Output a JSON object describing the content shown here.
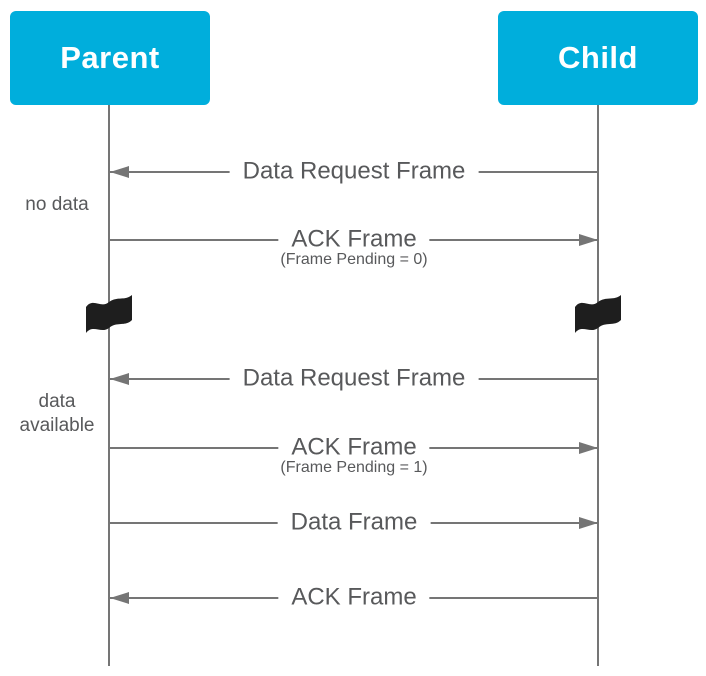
{
  "colors": {
    "actor_bg": "#00AEDC",
    "actor_text": "#FFFFFF",
    "line_gray": "#757575",
    "label_text": "#58595B",
    "flag_black": "#1E1E1E",
    "background": "#FFFFFF"
  },
  "actors": {
    "parent": {
      "label": "Parent"
    },
    "child": {
      "label": "Child"
    }
  },
  "side_notes": {
    "no_data": {
      "line1": "no data"
    },
    "data_available": {
      "line1": "data",
      "line2": "available"
    }
  },
  "messages": [
    {
      "label": "Data Request Frame",
      "sublabel": "",
      "direction": "child-to-parent"
    },
    {
      "label": "ACK Frame",
      "sublabel": "(Frame Pending = 0)",
      "direction": "parent-to-child"
    },
    {
      "label": "Data Request Frame",
      "sublabel": "",
      "direction": "child-to-parent"
    },
    {
      "label": "ACK Frame",
      "sublabel": "(Frame Pending = 1)",
      "direction": "parent-to-child"
    },
    {
      "label": "Data Frame",
      "sublabel": "",
      "direction": "parent-to-child"
    },
    {
      "label": "ACK Frame",
      "sublabel": "",
      "direction": "child-to-parent"
    }
  ],
  "icons": {
    "time_gap_marker": "flag-icon"
  }
}
